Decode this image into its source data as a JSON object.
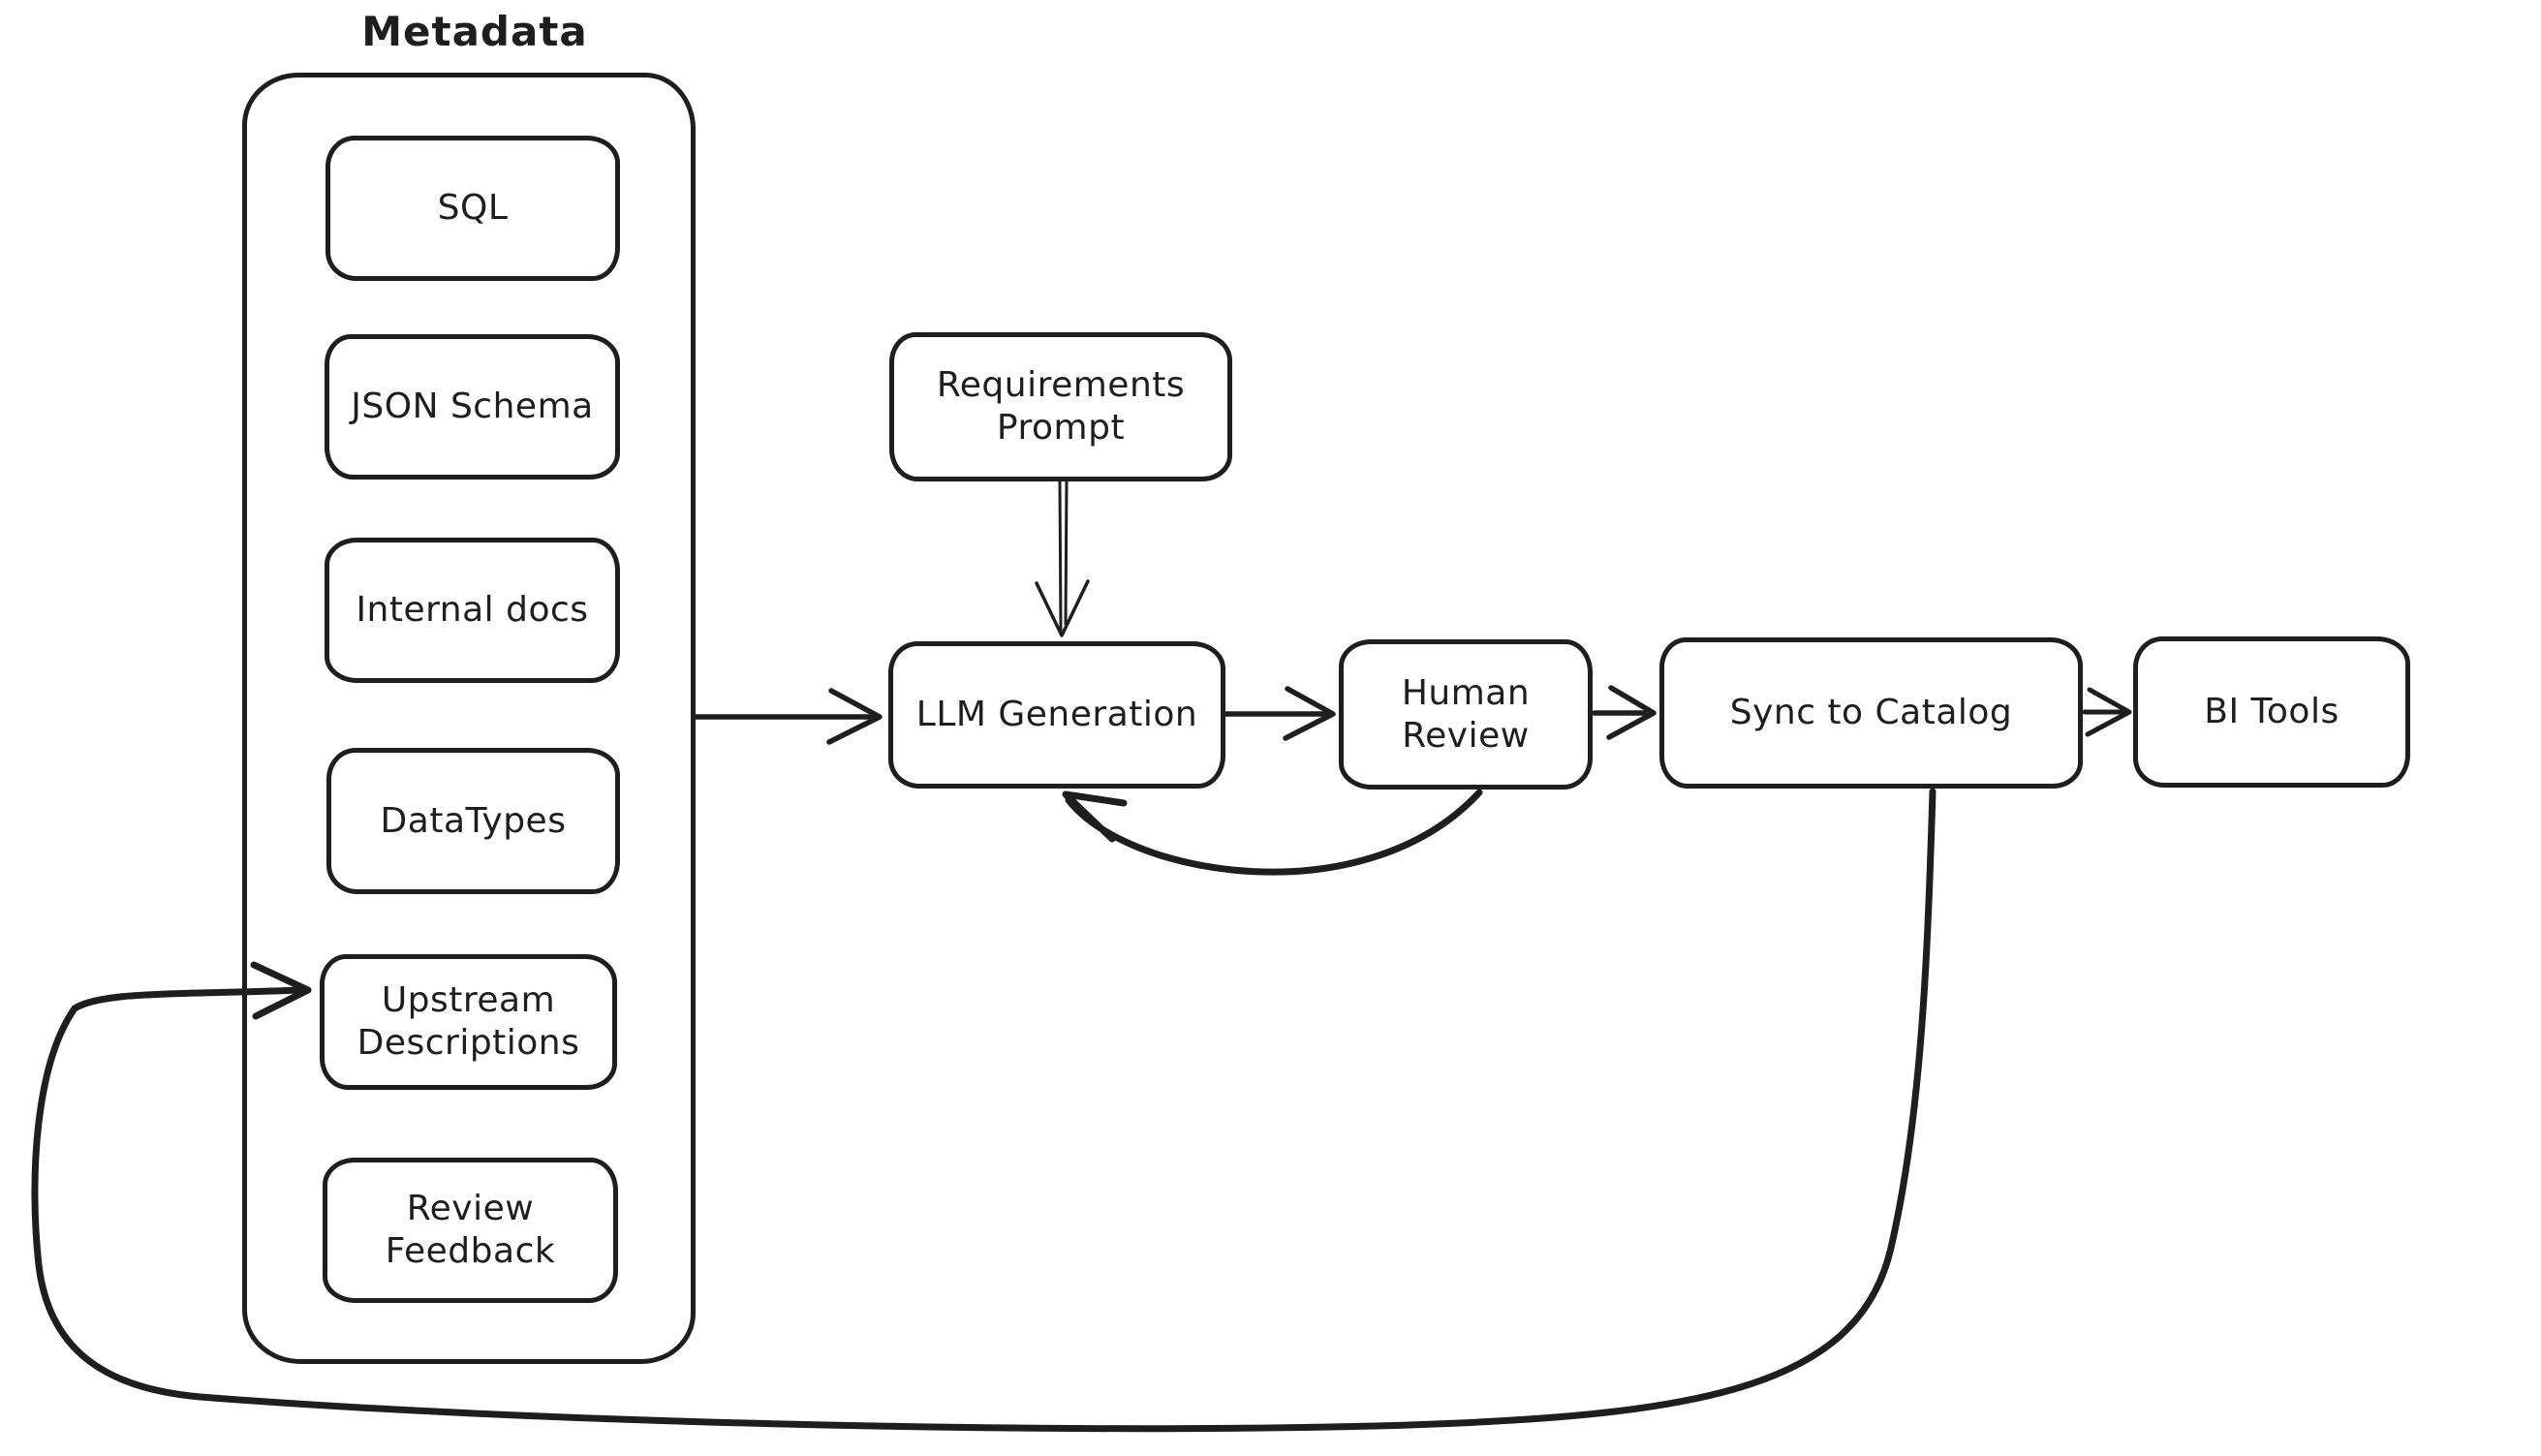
{
  "colors": {
    "stroke": "#1e1e1e",
    "background": "#ffffff"
  },
  "metadata_group": {
    "title": "Metadata",
    "items": [
      {
        "id": "sql",
        "label": "SQL"
      },
      {
        "id": "json_schema",
        "label": "JSON Schema"
      },
      {
        "id": "internal_docs",
        "label": "Internal docs"
      },
      {
        "id": "datatypes",
        "label": "DataTypes"
      },
      {
        "id": "upstream_descriptions",
        "label": "Upstream Descriptions"
      },
      {
        "id": "review_feedback",
        "label": "Review Feedback"
      }
    ]
  },
  "flow_nodes": {
    "requirements_prompt": {
      "label": "Requirements Prompt"
    },
    "llm_generation": {
      "label": "LLM Generation"
    },
    "human_review": {
      "label": "Human Review"
    },
    "sync_to_catalog": {
      "label": "Sync to Catalog"
    },
    "bi_tools": {
      "label": "BI Tools"
    }
  },
  "edges": [
    {
      "from": "metadata_group",
      "to": "llm_generation"
    },
    {
      "from": "requirements_prompt",
      "to": "llm_generation"
    },
    {
      "from": "llm_generation",
      "to": "human_review"
    },
    {
      "from": "human_review",
      "to": "llm_generation"
    },
    {
      "from": "human_review",
      "to": "sync_to_catalog"
    },
    {
      "from": "sync_to_catalog",
      "to": "bi_tools"
    },
    {
      "from": "sync_to_catalog",
      "to": "upstream_descriptions"
    }
  ]
}
